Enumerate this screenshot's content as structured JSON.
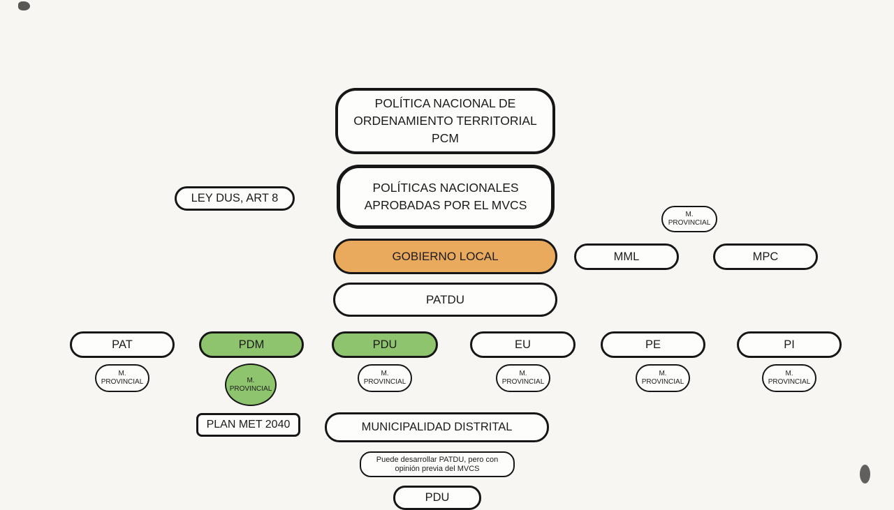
{
  "colors": {
    "orange": "#eaaa5e",
    "green": "#8fc46e",
    "border": "#161616",
    "background": "#f7f6f3"
  },
  "nodes": {
    "politica_nacional": {
      "line1": "POLÍTICA NACIONAL DE",
      "line2": "ORDENAMIENTO TERRITORIAL",
      "line3": "PCM"
    },
    "politicas_nacionales": {
      "line1": "POLÍTICAS NACIONALES",
      "line2": "APROBADAS POR EL MVCS"
    },
    "ley_dus": {
      "label": "LEY DUS, ART 8"
    },
    "gobierno_local": {
      "label": "GOBIERNO LOCAL"
    },
    "mml": {
      "label": "MML"
    },
    "mpc": {
      "label": "MPC"
    },
    "patdu": {
      "label": "PATDU"
    },
    "pat": {
      "label": "PAT"
    },
    "pdm": {
      "label": "PDM"
    },
    "pdu": {
      "label": "PDU"
    },
    "eu": {
      "label": "EU"
    },
    "pe": {
      "label": "PE"
    },
    "pi": {
      "label": "PI"
    },
    "m_provincial": {
      "line1": "M.",
      "line2": "PROVINCIAL"
    },
    "plan_met_2040": {
      "label": "PLAN MET 2040"
    },
    "municipalidad_distrital": {
      "label": "MUNICIPALIDAD DISTRITAL"
    },
    "nota_patdu": {
      "line1": "Puede desarrollar PATDU, pero con",
      "line2": "opinión previa del MVCS"
    },
    "pdu_distrital": {
      "label": "PDU"
    }
  }
}
